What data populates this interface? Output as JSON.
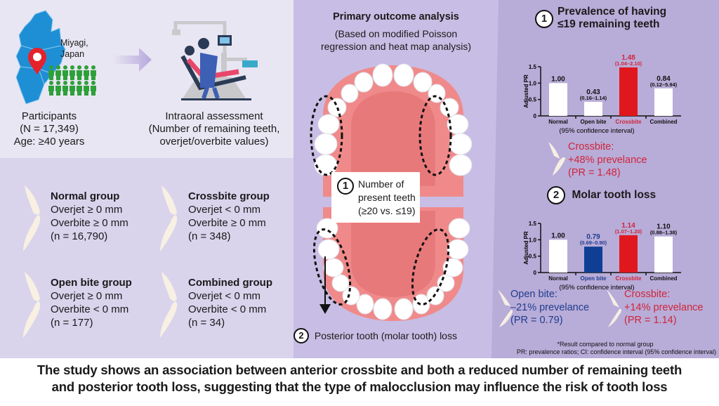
{
  "participants": {
    "location_label": [
      "Miyagi,",
      "Japan"
    ],
    "lines": [
      "Participants",
      "(N = 17,349)",
      "Age: ≥40 years"
    ],
    "icons": [
      "japan-map-icon",
      "location-pin-icon",
      "people-icon"
    ]
  },
  "assessment": {
    "lines": [
      "Intraoral assessment",
      "(Number of remaining teeth,",
      "overjet/overbite values)"
    ],
    "icons": [
      "dental-exam-illustration-icon",
      "arrow-right-icon"
    ]
  },
  "groups": [
    {
      "title": "Normal group",
      "overjet": "Overjet ≥ 0 mm",
      "overbite": "Overbite ≥ 0 mm",
      "n": "(n = 16,790)"
    },
    {
      "title": "Crossbite group",
      "overjet": "Overjet < 0 mm",
      "overbite": "Overbite ≥ 0 mm",
      "n": "(n = 348)"
    },
    {
      "title": "Open bite group",
      "overjet": "Overjet ≥ 0 mm",
      "overbite": "Overbite < 0 mm",
      "n": "(n = 177)"
    },
    {
      "title": "Combined group",
      "overjet": "Overjet < 0 mm",
      "overbite": "Overbite < 0 mm",
      "n": "(n = 34)"
    }
  ],
  "center": {
    "title": "Primary outcome analysis",
    "subtitle": [
      "(Based on modified Poisson",
      "regression and heat map analysis)"
    ],
    "box_num": "1",
    "box_lines": [
      "Number of",
      "present teeth",
      "(≥20 vs. ≤19)"
    ],
    "loss_num": "2",
    "loss_label": "Posterior tooth (molar tooth) loss"
  },
  "colors": {
    "crossbite_red": "#d0253a",
    "openbite_blue": "#1f3d8f",
    "bar_white": "#ffffff",
    "bar_red": "#e0181e",
    "bar_blue": "#0f3e94"
  },
  "chart_data": [
    {
      "type": "bar",
      "number": "1",
      "title": [
        "Prevalence of having",
        "≤19 remaining teeth"
      ],
      "ylabel": "Adjusted PR",
      "xlabel": "(95% confidence interval)",
      "ylim": [
        0,
        1.5
      ],
      "yticks": [
        "0",
        "0.5",
        "1.0",
        "1.5"
      ],
      "categories": [
        "Normal",
        "Open bite",
        "Crossbite",
        "Combined"
      ],
      "values": [
        1.0,
        0.43,
        1.48,
        0.84
      ],
      "value_labels": [
        "1.00",
        "0.43",
        "1.48",
        "0.84"
      ],
      "ci_labels": [
        "",
        "(0.16–1.14)",
        "(1.04–2.10)",
        "(0.12–5.94)"
      ],
      "highlight": [
        "none",
        "none",
        "red",
        "none"
      ]
    },
    {
      "type": "bar",
      "number": "2",
      "title": [
        "Molar tooth loss"
      ],
      "ylabel": "Adjusted PR",
      "xlabel": "(95% confidence interval)",
      "ylim": [
        0,
        1.5
      ],
      "yticks": [
        "0",
        "0.5",
        "1.0",
        "1.5"
      ],
      "categories": [
        "Normal",
        "Open bite",
        "Crossbite",
        "Combined"
      ],
      "values": [
        1.0,
        0.79,
        1.14,
        1.1
      ],
      "value_labels": [
        "1.00",
        "0.79",
        "1.14",
        "1.10"
      ],
      "ci_labels": [
        "",
        "(0.69–0.90)",
        "(1.07–1.20)",
        "(0.88–1.38)"
      ],
      "highlight": [
        "none",
        "blue",
        "red",
        "none"
      ]
    }
  ],
  "callouts": {
    "c1": [
      "Crossbite:",
      "+48% prevelance",
      "(PR = 1.48)"
    ],
    "c2_open": [
      "Open bite:",
      "–21% prevelance",
      "(PR = 0.79)"
    ],
    "c2_cross": [
      "Crossbite:",
      "+14% prevelance",
      "(PR = 1.14)"
    ]
  },
  "footnotes": [
    "*Result compared to normal group",
    "PR: prevalence ratios; CI: confidence interval (95% confidence interval)"
  ],
  "conclusion": [
    "The study shows an association between anterior crossbite and both a reduced number of remaining teeth",
    "and posterior tooth loss, suggesting that the type of malocclusion may influence the risk of tooth loss"
  ]
}
